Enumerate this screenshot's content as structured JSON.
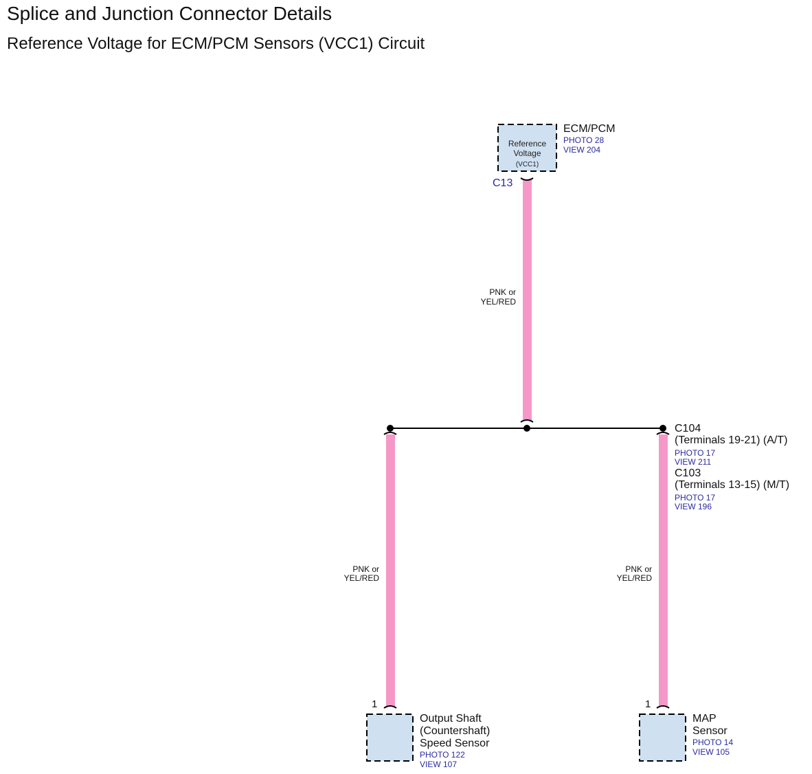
{
  "title": "Splice and Junction Connector Details",
  "subtitle": "Reference Voltage for ECM/PCM Sensors (VCC1) Circuit",
  "colors": {
    "wire": "#f598c8",
    "box_fill": "#cfe0f1",
    "ref_text": "#2a2aa0"
  },
  "ecm": {
    "name": "ECM/PCM",
    "photo": "PHOTO 28",
    "view": "VIEW 204",
    "box_line1": "Reference",
    "box_line2": "Voltage",
    "box_line3": "(VCC1)",
    "connector": "C13"
  },
  "wires": {
    "top_label_1": "PNK or",
    "top_label_2": "YEL/RED",
    "left_label_1": "PNK or",
    "left_label_2": "YEL/RED",
    "right_label_1": "PNK or",
    "right_label_2": "YEL/RED"
  },
  "junction": {
    "c104": "C104",
    "c104_terminals": "(Terminals 19-21) (A/T)",
    "c104_photo": "PHOTO 17",
    "c104_view": "VIEW 211",
    "c103": "C103",
    "c103_terminals": "(Terminals 13-15) (M/T)",
    "c103_photo": "PHOTO 17",
    "c103_view": "VIEW 196"
  },
  "output_shaft_sensor": {
    "pin": "1",
    "name_line1": "Output Shaft",
    "name_line2": "(Countershaft)",
    "name_line3": "Speed Sensor",
    "photo": "PHOTO 122",
    "view": "VIEW 107"
  },
  "map_sensor": {
    "pin": "1",
    "name_line1": "MAP",
    "name_line2": "Sensor",
    "photo": "PHOTO 14",
    "view": "VIEW 105"
  }
}
